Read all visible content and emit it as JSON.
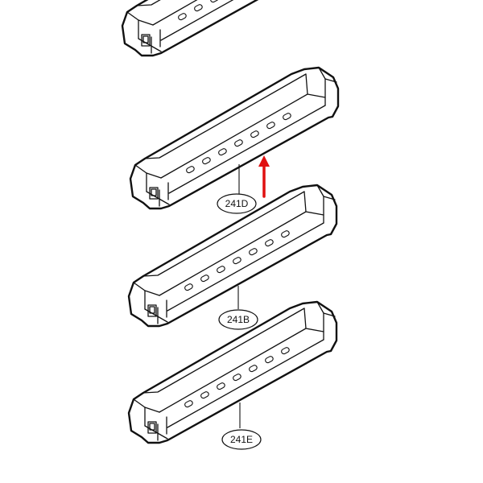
{
  "parts": [
    {
      "label": ""
    },
    {
      "label": "241D"
    },
    {
      "label": "241B"
    },
    {
      "label": "241E"
    }
  ],
  "arrow": {
    "color": "#e01010"
  },
  "colors": {
    "line": "#111111",
    "background": "#ffffff"
  }
}
